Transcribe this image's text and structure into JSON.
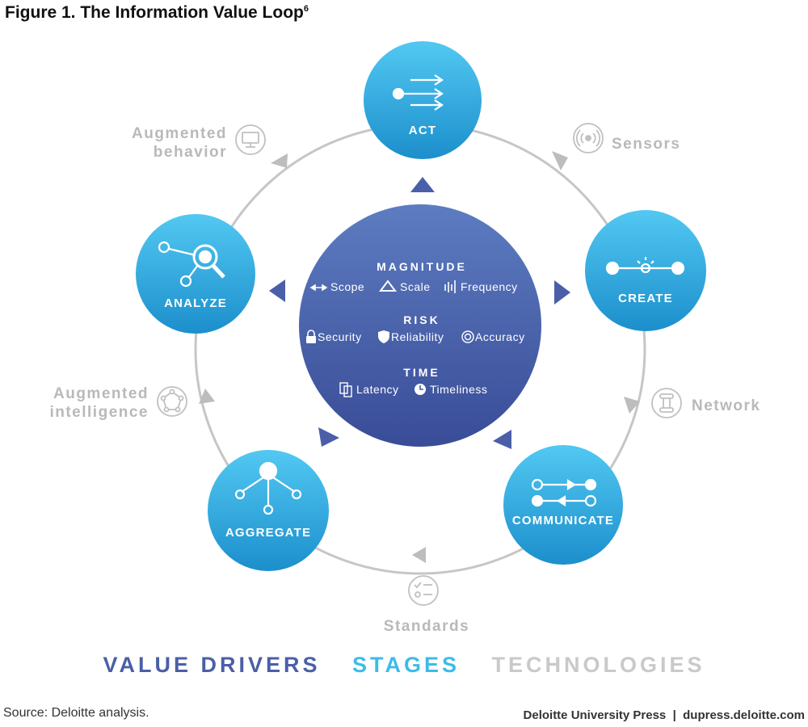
{
  "figure": {
    "title": "Figure 1. The Information Value Loop",
    "title_superscript": "6"
  },
  "stages": {
    "act": "ACT",
    "create": "CREATE",
    "communicate": "COMMUNICATE",
    "aggregate": "AGGREGATE",
    "analyze": "ANALYZE"
  },
  "technologies": {
    "sensors": "Sensors",
    "network": "Network",
    "standards": "Standards",
    "augmented_intelligence": [
      "Augmented",
      "intelligence"
    ],
    "augmented_behavior": [
      "Augmented",
      "behavior"
    ]
  },
  "value_drivers": {
    "magnitude": {
      "heading": "MAGNITUDE",
      "items": [
        "Scope",
        "Scale",
        "Frequency"
      ]
    },
    "risk": {
      "heading": "RISK",
      "items": [
        "Security",
        "Reliability",
        "Accuracy"
      ]
    },
    "time": {
      "heading": "TIME",
      "items": [
        "Latency",
        "Timeliness"
      ]
    }
  },
  "legend": {
    "value_drivers": "VALUE DRIVERS",
    "stages": "STAGES",
    "technologies": "TECHNOLOGIES"
  },
  "footer": {
    "source": "Source: Deloitte analysis.",
    "credit": "Deloitte University Press  |  dupress.deloitte.com"
  },
  "colors": {
    "stage_light": "#4cc3ee",
    "stage_dark": "#1e93cf",
    "driver_light": "#5a78bd",
    "driver_dark": "#3b4f99",
    "triangle": "#4a5fa8",
    "loop": "#c6c6c6",
    "tech_text": "#b9b9b9",
    "legend_drivers": "#4a5fa8",
    "legend_stages": "#3dbbea",
    "legend_tech": "#c9c9c9"
  }
}
